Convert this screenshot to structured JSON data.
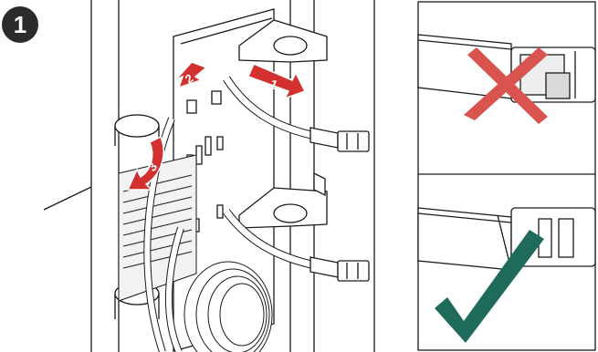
{
  "step": {
    "number": "1"
  },
  "arrows": [
    {
      "number": "1"
    },
    {
      "number": "2"
    },
    {
      "number": "3"
    }
  ],
  "panels": {
    "top": {
      "status": "incorrect",
      "mark_color": "#d9534f"
    },
    "bottom": {
      "status": "correct",
      "mark_color": "#1f6b5b"
    }
  },
  "colors": {
    "line": "#1a1a1a",
    "arrow_red": "#d3312f",
    "step_circle": "#2b2b2b",
    "shade": "#d9d9d9"
  }
}
